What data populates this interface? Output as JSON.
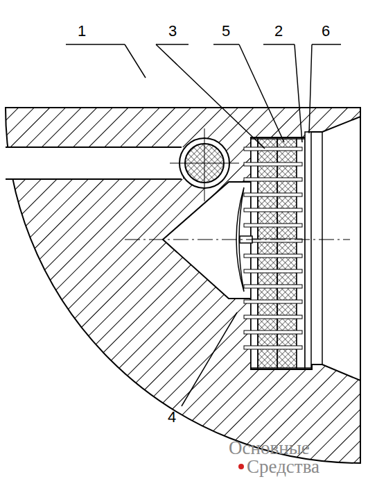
{
  "diagram": {
    "labels": [
      "1",
      "3",
      "5",
      "2",
      "6",
      "4",
      "Основные",
      "Средства"
    ]
  }
}
